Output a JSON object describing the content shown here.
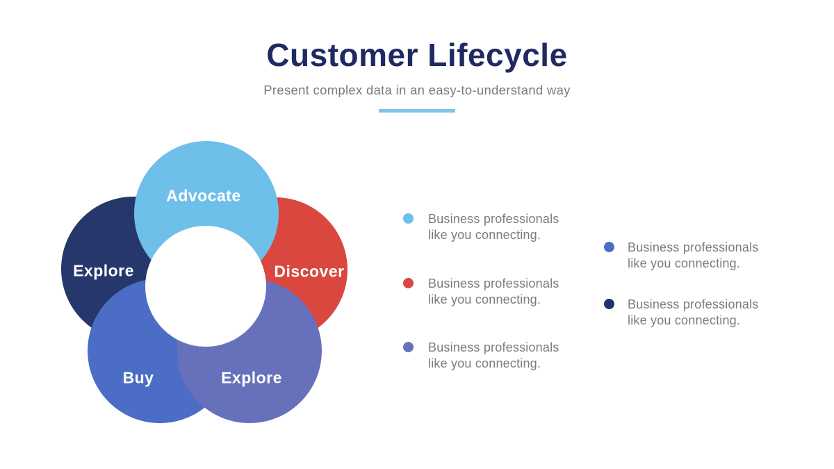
{
  "header": {
    "title": "Customer Lifecycle",
    "subtitle": "Present complex data in an easy-to-understand way",
    "title_color": "#1F2A63",
    "subtitle_color": "#7B7B7B",
    "accent_color": "#7EC3E8"
  },
  "diagram": {
    "center_color": "#FFFFFF",
    "segments": [
      {
        "label": "Advocate",
        "color": "#6EBFEA",
        "position": "top"
      },
      {
        "label": "Discover",
        "color": "#D9473F",
        "position": "right"
      },
      {
        "label": "Explore",
        "color": "#6771BB",
        "position": "bottom-right"
      },
      {
        "label": "Buy",
        "color": "#4B6DC6",
        "position": "bottom-left"
      },
      {
        "label": "Explore",
        "color": "#26376B",
        "position": "left"
      }
    ]
  },
  "legend": {
    "text_color": "#7B7B7B",
    "columns": [
      {
        "items": [
          {
            "color": "#6EBFEA",
            "text": "Business professionals like you connecting."
          },
          {
            "color": "#D9473F",
            "text": "Business professionals like you connecting."
          },
          {
            "color": "#6771BB",
            "text": "Business professionals like you connecting."
          }
        ]
      },
      {
        "items": [
          {
            "color": "#4B6DC6",
            "text": "Business professionals like you connecting."
          },
          {
            "color": "#1F3565",
            "text": "Business professionals like you connecting."
          }
        ]
      }
    ]
  }
}
